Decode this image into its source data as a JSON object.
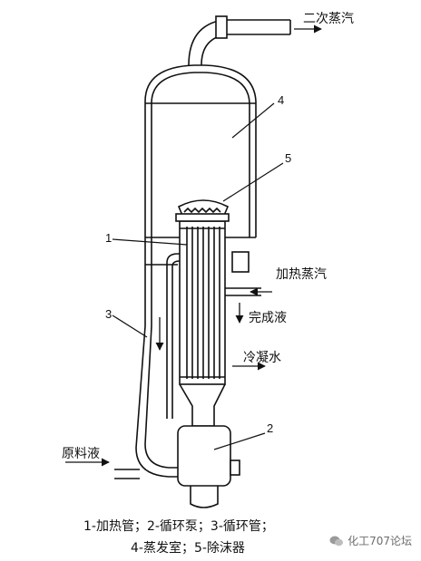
{
  "labels": {
    "secondary_steam": "二次蒸汽",
    "heating_steam": "加热蒸汽",
    "finished_liquid": "完成液",
    "cooling_water": "冷凝水",
    "feed_liquid": "原料液"
  },
  "part_numbers": {
    "p1": "1",
    "p2": "2",
    "p3": "3",
    "p4": "4",
    "p5": "5"
  },
  "caption": {
    "line1": "1-加热管；2-循环泵；3-循环管；",
    "line2": "4-蒸发室；5-除沫器"
  },
  "watermark": {
    "text": "化工707论坛",
    "icon": "wechat-icon"
  }
}
